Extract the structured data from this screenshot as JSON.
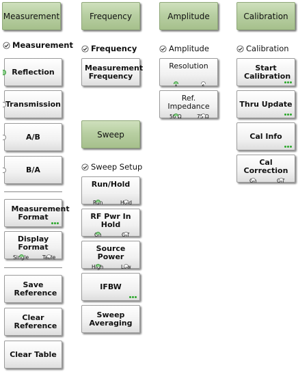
{
  "tabs": {
    "measurement": "Measurement",
    "frequency": "Frequency",
    "amplitude": "Amplitude",
    "calibration": "Calibration",
    "sweep": "Sweep"
  },
  "labels": {
    "measurement": "Measurement",
    "frequency": "Frequency",
    "amplitude": "Amplitude",
    "calibration": "Calibration",
    "sweep_setup": "Sweep Setup"
  },
  "measurement": {
    "reflection": "Reflection",
    "transmission": "Transmission",
    "ab": "A/B",
    "ba": "B/A",
    "measurement_format": "Measurement Format",
    "display_format": "Display Format",
    "display_format_opt1": "Single",
    "display_format_opt2": "Table",
    "save_reference": "Save Reference",
    "clear_reference": "Clear Reference",
    "clear_table": "Clear Table"
  },
  "frequency": {
    "measurement_frequency": "Measurement Frequency"
  },
  "sweep": {
    "run_hold": "Run/Hold",
    "run_hold_opt1": "Run",
    "run_hold_opt2": "Hold",
    "rf_pwr": "RF Pwr In Hold",
    "rf_pwr_opt1": "On",
    "rf_pwr_opt2": "Off",
    "source_power": "Source Power",
    "source_power_opt1": "High",
    "source_power_opt2": "Low",
    "ifbw": "IFBW",
    "sweep_averaging": "Sweep Averaging"
  },
  "amplitude": {
    "resolution": "Resolution",
    "resolution_opt1": "1",
    "resolution_opt2": "2",
    "ref_impedance": "Ref. Impedance",
    "ref_impedance_opt1": "50 Ω",
    "ref_impedance_opt2": "75 Ω"
  },
  "calibration": {
    "start_calibration": "Start Calibration",
    "thru_update": "Thru Update",
    "cal_info": "Cal Info",
    "cal_correction": "Cal Correction",
    "cal_correction_opt1": "On",
    "cal_correction_opt2": "Off"
  },
  "colors": {
    "tab_green": "#b8cfa2",
    "indicator_green": "#2aa82a"
  }
}
